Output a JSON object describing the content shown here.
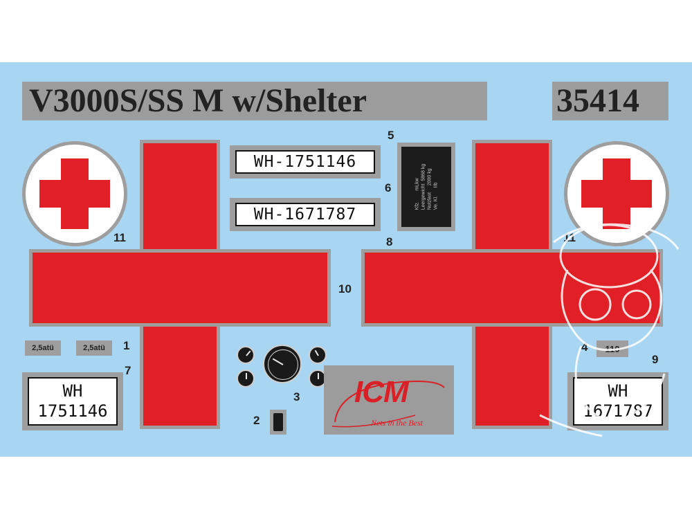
{
  "title": "V3000S/SS M w/Shelter",
  "kit_number": "35414",
  "plates": {
    "long_top": "WH-1751146",
    "long_middle": "WH-1671787",
    "left_box": {
      "line1": "WH",
      "line2": "1751146"
    },
    "right_box": {
      "line1": "WH",
      "line2": "1671787"
    }
  },
  "pressure_tags": [
    "2,5atü",
    "2,5atü"
  ],
  "weight_tag": "110",
  "vehicle_data_plate": "Kfz.        mLkw\nLeergewicht  5868 kg\nNutzlast     2000 kg\nVe. Kl.      IIb",
  "decal_numbers": {
    "n1": "1",
    "n2": "2",
    "n3": "3",
    "n4": "4",
    "n5": "5",
    "n6": "6",
    "n7": "7",
    "n8": "8",
    "n9": "9",
    "n10": "10",
    "n11_left": "11",
    "n11_right": "11"
  },
  "brand": {
    "logo": "ICM",
    "slogan": "Nets in the Best"
  },
  "colors": {
    "background": "#a8d5f1",
    "red_cross": "#e11f26",
    "gray": "#9e9e9e"
  }
}
